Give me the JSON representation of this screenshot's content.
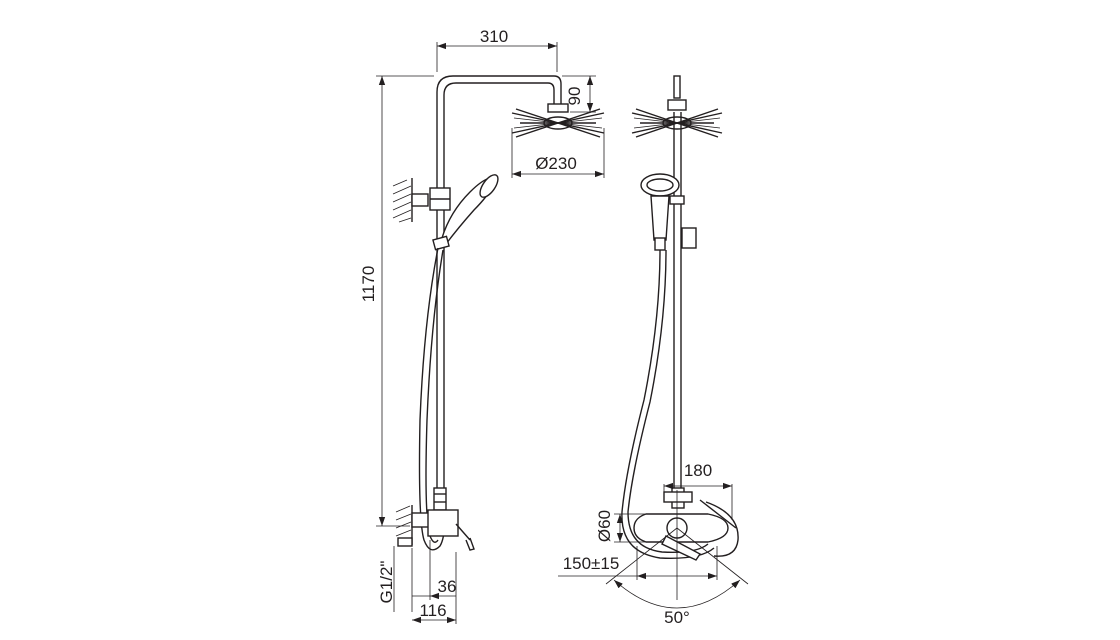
{
  "dimensions": {
    "arm_length": "310",
    "head_drop": "90",
    "head_diameter": "Ø230",
    "total_height": "1170",
    "inlet_thread": "G1/2\"",
    "wall_to_valve": "36",
    "wall_to_front": "116",
    "mixer_width": "180",
    "mixer_diameter": "Ø60",
    "inlet_spacing": "150±15",
    "handle_rotation": "50°"
  },
  "colors": {
    "line": "#231f20",
    "background": "#ffffff"
  }
}
